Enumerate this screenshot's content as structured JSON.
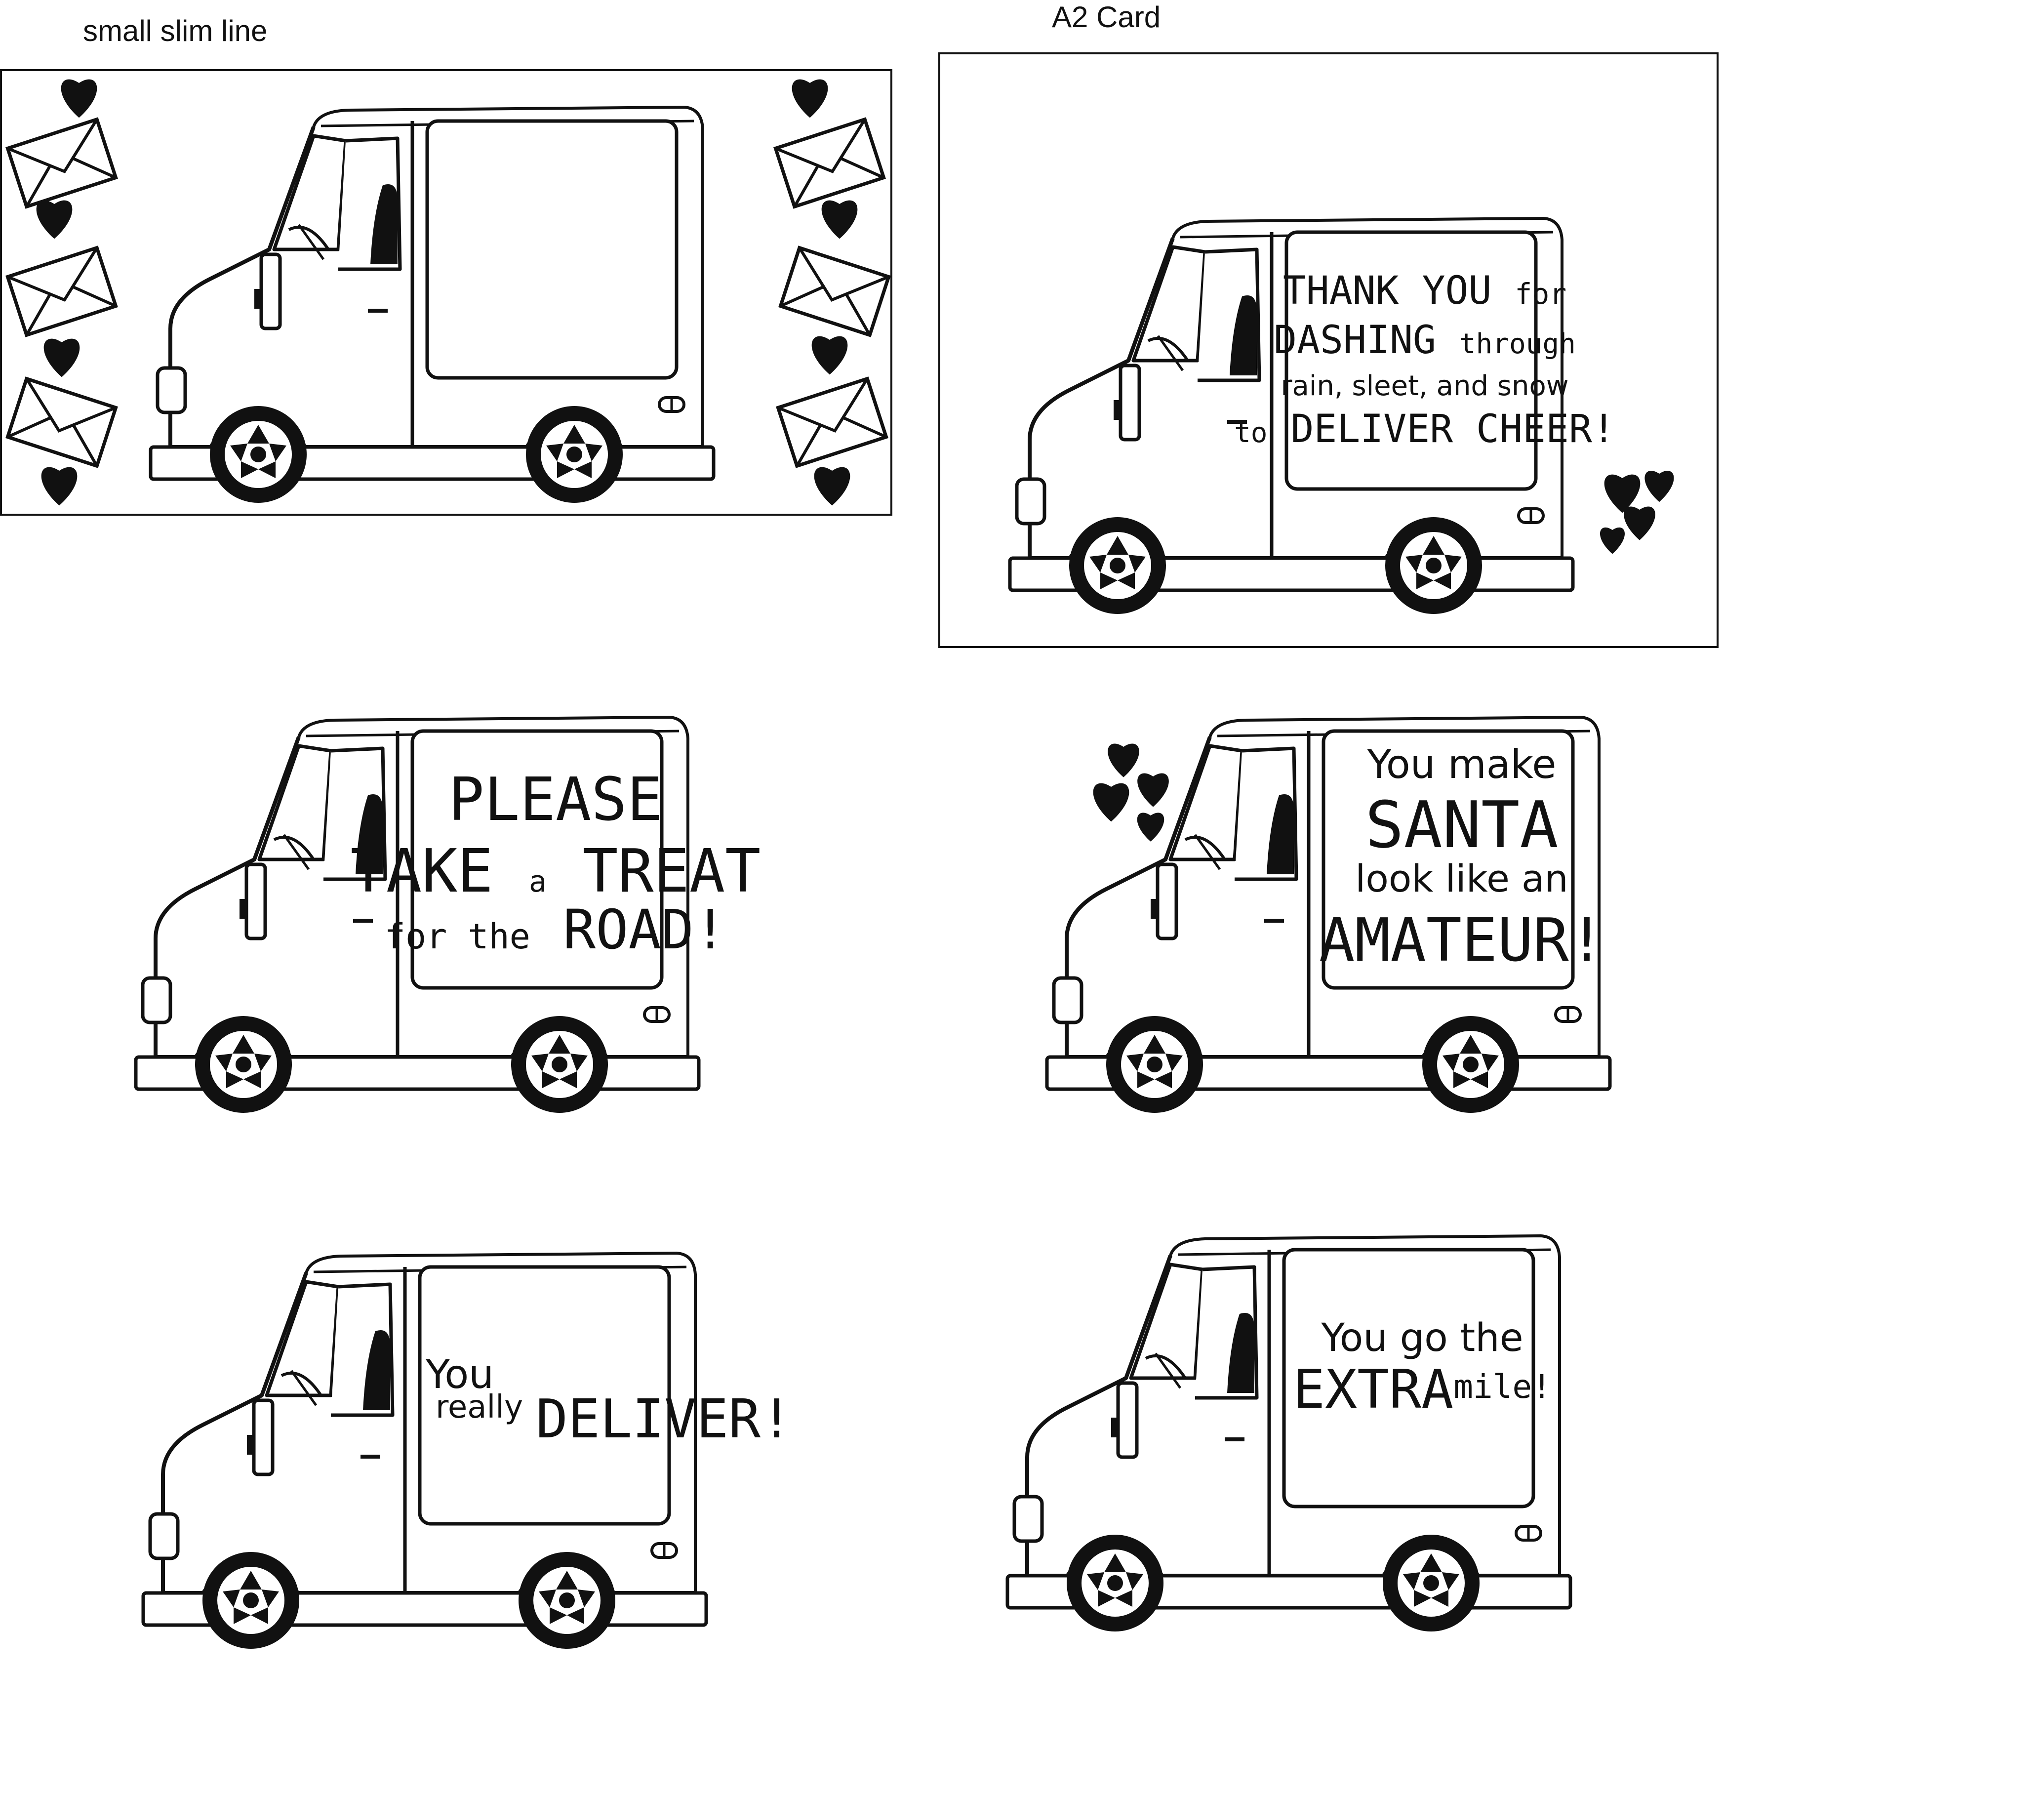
{
  "labels": {
    "slimline": "small slim line",
    "a2": "A2 Card"
  },
  "colors": {
    "ink": "#111111",
    "paper": "#ffffff"
  },
  "icons": [
    "heart-icon",
    "envelope-icon",
    "delivery-van-icon"
  ],
  "sign_a2": {
    "l1a": "THANK YOU",
    "l1b": "for",
    "l2a": "DASHING",
    "l2b": "through",
    "l3": "rain, sleet, and snow",
    "l4a": "to",
    "l4b": "DELIVER CHEER!"
  },
  "sign_treat": {
    "l1": "PLEASE",
    "l2a": "TAKE",
    "l2b": "a",
    "l2c": "TREAT",
    "l3a": "for the",
    "l3b": "ROAD!"
  },
  "sign_santa": {
    "l1": "You make",
    "l2": "SANTA",
    "l3": "look like an",
    "l4": "AMATEUR!"
  },
  "sign_deliver": {
    "l1": "You",
    "l2": "really",
    "l3": "DELIVER!"
  },
  "sign_extra": {
    "l1": "You go the",
    "l2a": "EXTRA",
    "l2b": "mile!"
  }
}
